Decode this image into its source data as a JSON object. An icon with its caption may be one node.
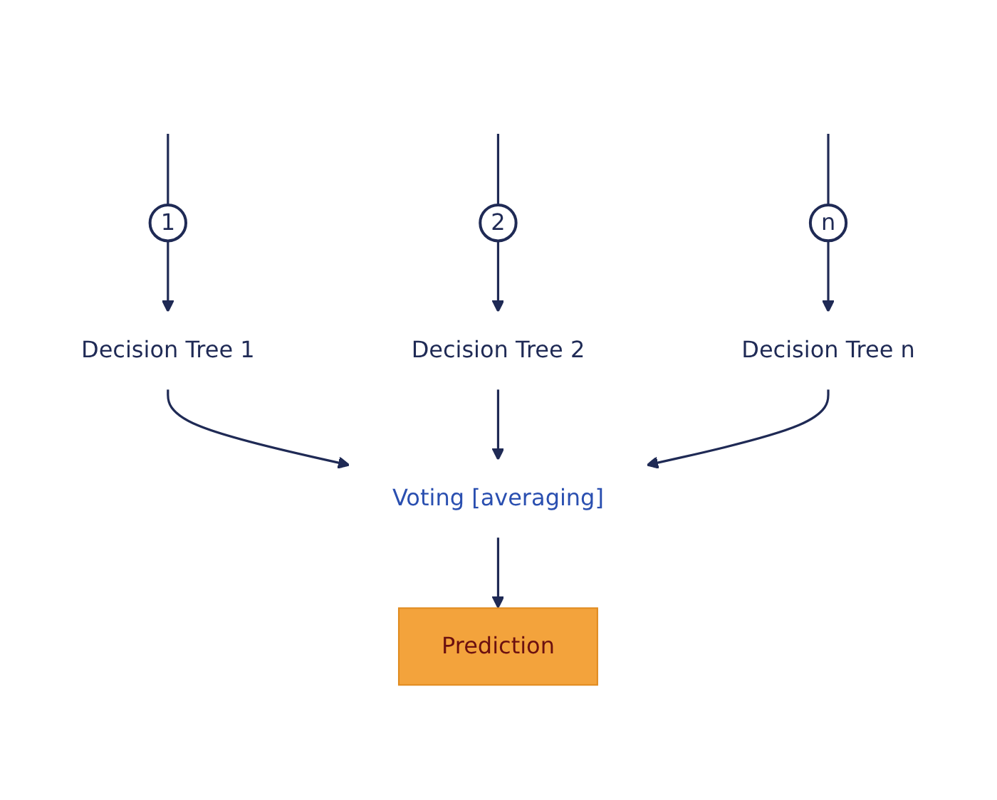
{
  "diagram": {
    "nodes": [
      {
        "text": [
          "1"
        ]
      },
      {
        "text": [
          "2"
        ]
      },
      {
        "text": [
          "n"
        ]
      },
      {
        "text": [
          "Decision Tree 1"
        ]
      },
      {
        "text": [
          "Decision Tree 2"
        ]
      },
      {
        "text": [
          "Decision Tree n"
        ]
      },
      {
        "text": [
          "Voting [averaging]"
        ]
      },
      {
        "text": [
          "Prediction"
        ]
      }
    ],
    "edges": [
      {
        "from": null,
        "to": 0,
        "arrow": "none"
      },
      {
        "from": null,
        "to": 1,
        "arrow": "none"
      },
      {
        "from": null,
        "to": 2,
        "arrow": "none"
      },
      {
        "from": 0,
        "to": 3,
        "arrow": "to"
      },
      {
        "from": 1,
        "to": 4,
        "arrow": "to"
      },
      {
        "from": 2,
        "to": 5,
        "arrow": "to"
      },
      {
        "from": 3,
        "to": 6,
        "arrow": "to"
      },
      {
        "from": 4,
        "to": 6,
        "arrow": "to"
      },
      {
        "from": 5,
        "to": 6,
        "arrow": "to"
      },
      {
        "from": 6,
        "to": 7,
        "arrow": "to"
      }
    ]
  }
}
